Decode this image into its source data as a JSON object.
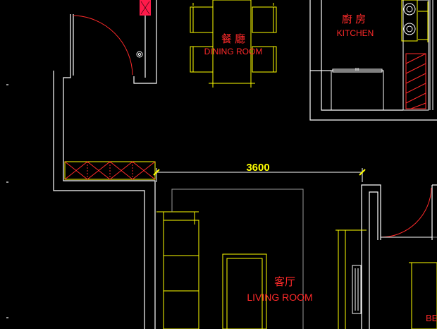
{
  "colors": {
    "background": "#000000",
    "wall": "#ffffff",
    "furniture": "#ffff00",
    "label": "#ff2a2a",
    "dimension": "#ffff00",
    "door_arc": "#ff2a2a",
    "grey_line": "#9a9a9a"
  },
  "rooms": {
    "dining": {
      "zh": "餐  廳",
      "en": "DINING ROOM"
    },
    "kitchen": {
      "zh": "廚 房",
      "en": "KITCHEN"
    },
    "living": {
      "zh": "客厅",
      "en": "LIVING ROOM"
    },
    "partial_right": {
      "en": "BE"
    }
  },
  "dimensions": {
    "living_width": "3600"
  }
}
